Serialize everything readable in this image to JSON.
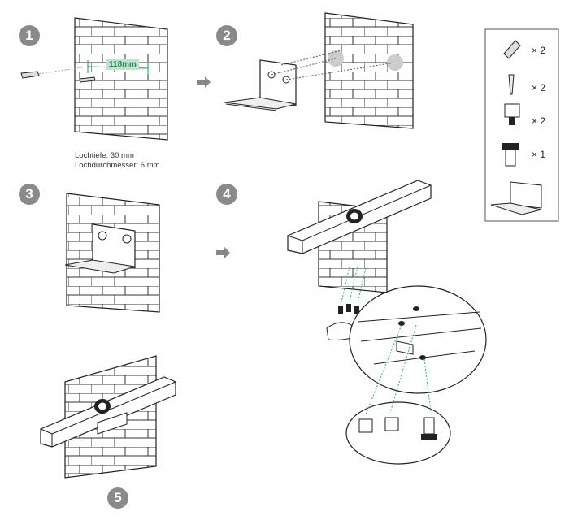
{
  "steps": [
    {
      "number": "1"
    },
    {
      "number": "2"
    },
    {
      "number": "3"
    },
    {
      "number": "4"
    },
    {
      "number": "5"
    }
  ],
  "dimension_label": "118mm",
  "notes": {
    "hole_depth": "Lochtiefe: 30 mm",
    "hole_diameter": "Lochdurchmesser: 6 mm"
  },
  "parts": [
    {
      "icon": "wall-anchor-icon",
      "qty": "× 2"
    },
    {
      "icon": "screw-icon",
      "qty": "× 2"
    },
    {
      "icon": "clip-screw-icon",
      "qty": "× 2"
    },
    {
      "icon": "thumb-screw-icon",
      "qty": "× 1"
    },
    {
      "icon": "wall-bracket-icon",
      "qty": ""
    }
  ],
  "colors": {
    "guide_line": "#3aa874",
    "step_badge": "#8a8a8a",
    "stroke": "#222222"
  }
}
